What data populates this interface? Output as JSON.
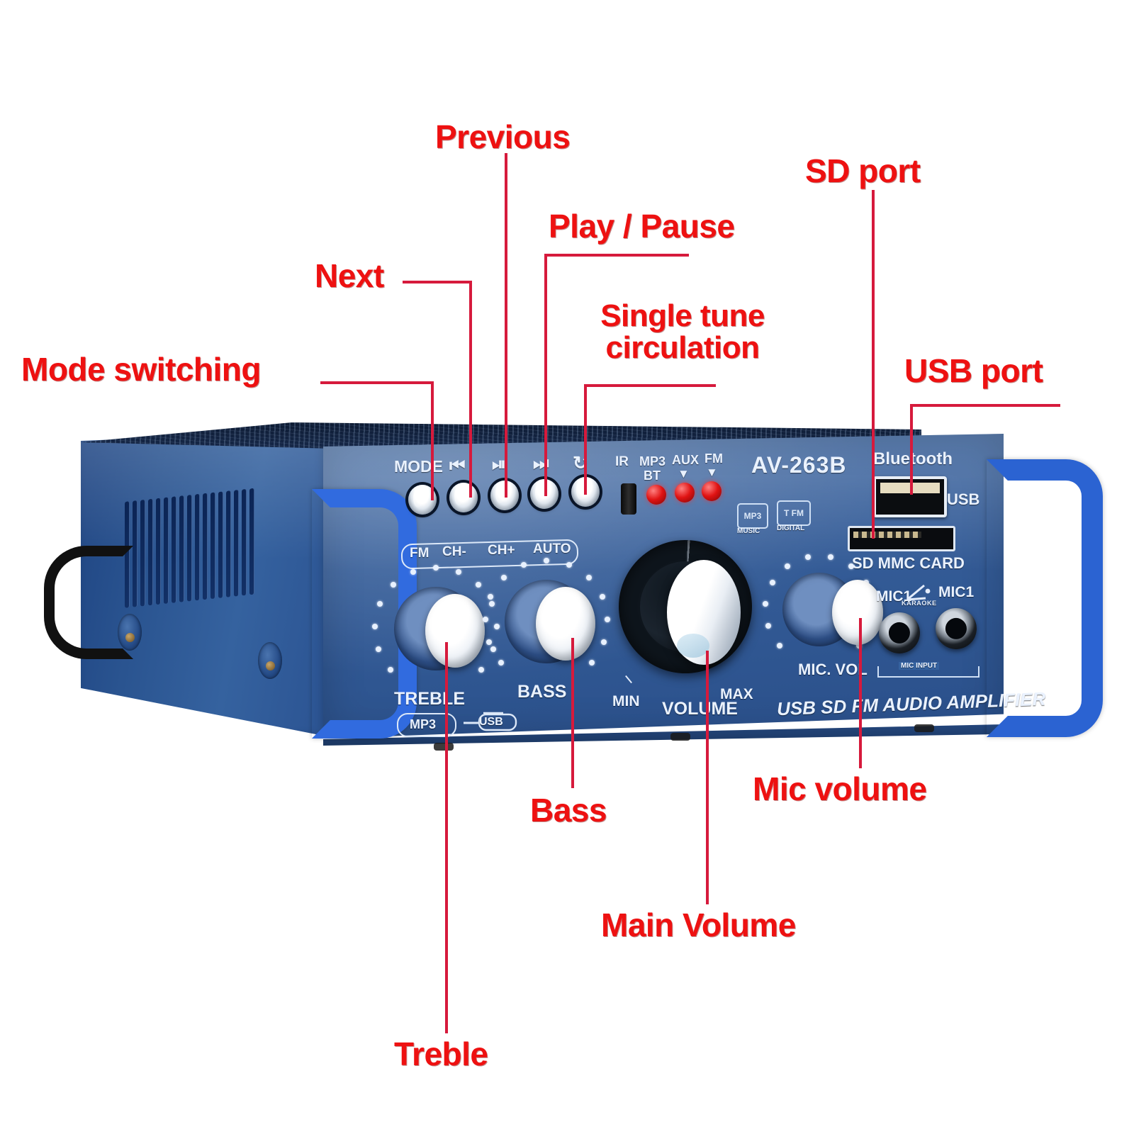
{
  "device": {
    "model": "AV-263B",
    "tagline": "USB SD FM AUDIO AMPLIFIER",
    "button_row_labels": [
      "MODE",
      "⏮",
      "⏯",
      "⏭",
      "↻"
    ],
    "button_icon_names": [
      "mode-button",
      "previous-button",
      "play-pause-button",
      "next-button",
      "repeat-button"
    ],
    "secondary_row": {
      "fm": "FM",
      "ch_minus": "CH-",
      "ch_plus": "CH+",
      "auto": "AUTO"
    },
    "ir_label": "IR",
    "leds": [
      {
        "line1": "MP3",
        "line2": "BT"
      },
      {
        "line1": "AUX",
        "line2": "▼"
      },
      {
        "line1": "FM",
        "line2": "▼"
      }
    ],
    "badges": [
      {
        "main": "MP3",
        "sub": "MUSIC"
      },
      {
        "main": "T FM",
        "sub": "DIGITAL"
      }
    ],
    "bluetooth_label": "Bluetooth",
    "usb_label": "USB",
    "sd_label": "SD MMC CARD",
    "knobs": {
      "treble": "TREBLE",
      "bass": "BASS",
      "volume": "VOLUME",
      "volume_min": "MIN",
      "volume_max": "MAX",
      "mic_vol": "MIC. VOL"
    },
    "mic": {
      "left_label": "MIC1",
      "right_label": "MIC1",
      "karaoke": "KARAOKE",
      "input_label": "MIC INPUT"
    },
    "bottom_badges": {
      "mp3": "MP3",
      "usb": "USB"
    }
  },
  "annotations": {
    "mode_switching": "Mode switching",
    "next": "Next",
    "previous": "Previous",
    "play_pause": "Play / Pause",
    "single_tune": "Single tune circulation",
    "single_tune_l1": "Single tune",
    "single_tune_l2": "circulation",
    "sd_port": "SD port",
    "usb_port": "USB port",
    "mic_volume": "Mic volume",
    "main_volume": "Main Volume",
    "bass": "Bass",
    "treble": "Treble"
  },
  "colors": {
    "annotation_red": "#ee1111",
    "leader_line": "#d61a3c",
    "panel_blue": "#35629f",
    "handle_blue": "#2f6fe0",
    "led_red": "#e01313",
    "background": "#ffffff"
  }
}
